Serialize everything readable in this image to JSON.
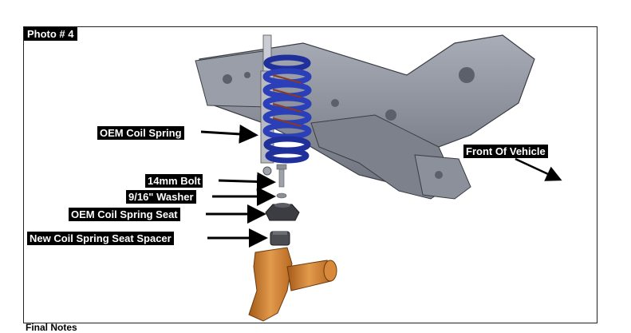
{
  "photo_label": "Photo # 4",
  "labels": {
    "oem_coil_spring": "OEM Coil Spring",
    "front_of_vehicle": "Front Of Vehicle",
    "bolt": "14mm Bolt",
    "washer": "9/16\" Washer",
    "oem_spring_seat": "OEM Coil Spring Seat",
    "new_spacer": "New Coil Spring Seat Spacer"
  },
  "footer_text": "Final Notes",
  "colors": {
    "spring": "#2a3fb8",
    "frame_metal": "#8a8e99",
    "knuckle": "#c8782a",
    "label_bg": "#000000",
    "label_text": "#ffffff"
  }
}
